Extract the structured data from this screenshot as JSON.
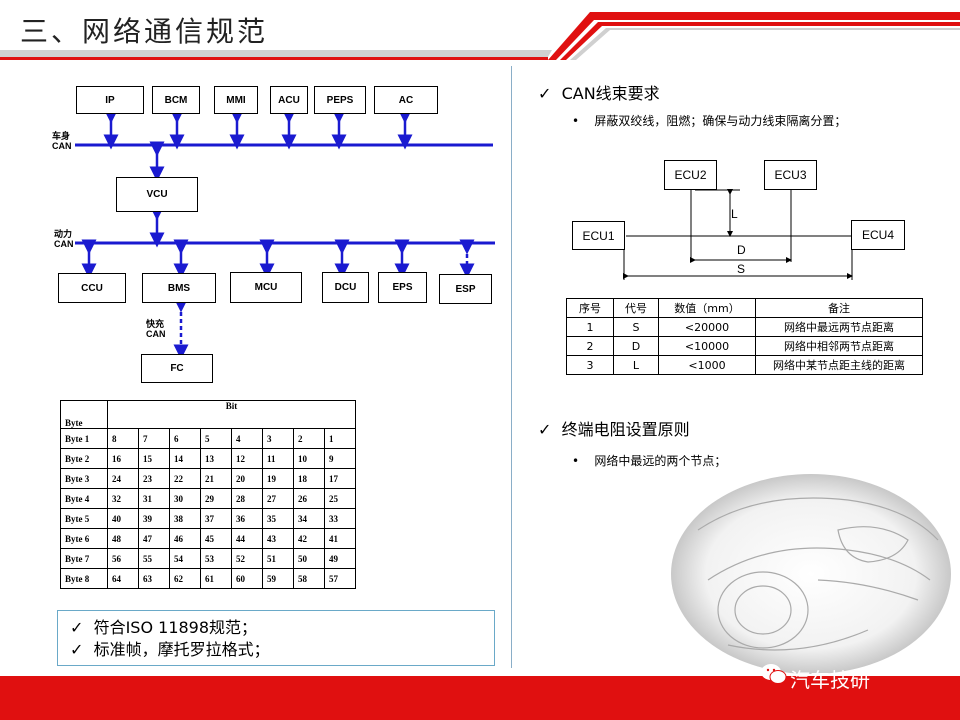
{
  "title": "三、网络通信规范",
  "diagram": {
    "top_nodes": [
      "IP",
      "BCM",
      "MMI",
      "ACU",
      "PEPS",
      "AC"
    ],
    "body_can_label": [
      "车身",
      "CAN"
    ],
    "gateway": "VCU",
    "power_can_label": [
      "动力",
      "CAN"
    ],
    "bottom_nodes": [
      "CCU",
      "BMS",
      "MCU",
      "DCU",
      "EPS",
      "ESP"
    ],
    "fast_charge_label": [
      "快充",
      "CAN"
    ],
    "fc_node": "FC"
  },
  "bit_table": {
    "byte_header": "Byte",
    "bit_header": "Bit",
    "rows": [
      {
        "label": "Byte 1",
        "cells": [
          "8",
          "7",
          "6",
          "5",
          "4",
          "3",
          "2",
          "1"
        ]
      },
      {
        "label": "Byte 2",
        "cells": [
          "16",
          "15",
          "14",
          "13",
          "12",
          "11",
          "10",
          "9"
        ]
      },
      {
        "label": "Byte 3",
        "cells": [
          "24",
          "23",
          "22",
          "21",
          "20",
          "19",
          "18",
          "17"
        ]
      },
      {
        "label": "Byte 4",
        "cells": [
          "32",
          "31",
          "30",
          "29",
          "28",
          "27",
          "26",
          "25"
        ]
      },
      {
        "label": "Byte 5",
        "cells": [
          "40",
          "39",
          "38",
          "37",
          "36",
          "35",
          "34",
          "33"
        ]
      },
      {
        "label": "Byte 6",
        "cells": [
          "48",
          "47",
          "46",
          "45",
          "44",
          "43",
          "42",
          "41"
        ]
      },
      {
        "label": "Byte 7",
        "cells": [
          "56",
          "55",
          "54",
          "53",
          "52",
          "51",
          "50",
          "49"
        ]
      },
      {
        "label": "Byte 8",
        "cells": [
          "64",
          "63",
          "62",
          "61",
          "60",
          "59",
          "58",
          "57"
        ]
      }
    ]
  },
  "notes": [
    "符合ISO 11898规范；",
    "标准帧，摩托罗拉格式；"
  ],
  "can_section": {
    "heading": "CAN线束要求",
    "bullet": "屏蔽双绞线，阻燃；确保与动力线束隔离分置；",
    "ecus": [
      "ECU1",
      "ECU2",
      "ECU3",
      "ECU4"
    ],
    "dim_labels": {
      "L": "L",
      "D": "D",
      "S": "S"
    }
  },
  "spec_table": {
    "headers": [
      "序号",
      "代号",
      "数值（mm）",
      "备注"
    ],
    "rows": [
      [
        "1",
        "S",
        "<20000",
        "网络中最远两节点距离"
      ],
      [
        "2",
        "D",
        "<10000",
        "网络中相邻两节点距离"
      ],
      [
        "3",
        "L",
        "<1000",
        "网络中某节点距主线的距离"
      ]
    ]
  },
  "termination": {
    "heading": "终端电阻设置原则",
    "bullet": "网络中最远的两个节点；"
  },
  "brand": "汽车技研",
  "colors": {
    "accent": "#e01010",
    "bus": "#1a1ad0",
    "separator": "#8aaec8",
    "notebox_border": "#6aa9c8"
  },
  "icons": [
    "check-icon",
    "bullet-dot-icon",
    "wechat-icon"
  ]
}
